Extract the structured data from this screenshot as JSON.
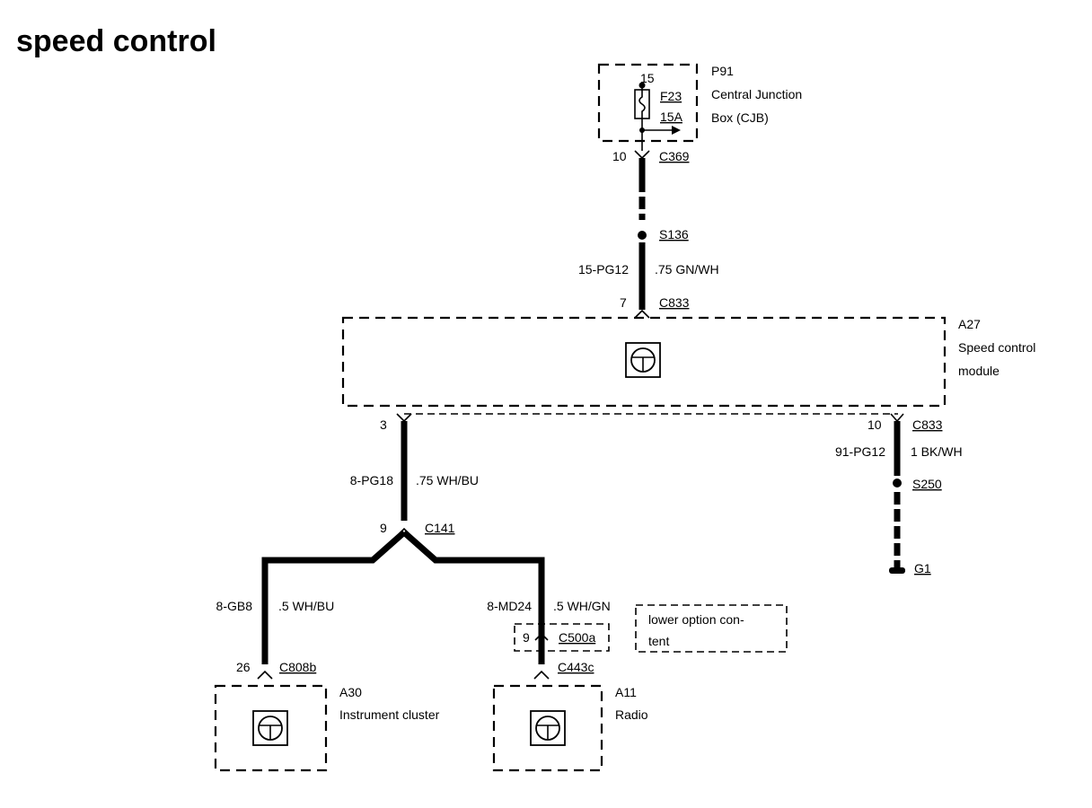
{
  "title": "speed control",
  "components": {
    "p91": {
      "id": "P91",
      "name_line1": "Central Junction",
      "name_line2": "Box (CJB)",
      "pin": "15",
      "fuse": "F23",
      "rating": "15A"
    },
    "a27": {
      "id": "A27",
      "name_line1": "Speed control",
      "name_line2": "module"
    },
    "a30": {
      "id": "A30",
      "name": "Instrument cluster"
    },
    "a11": {
      "id": "A11",
      "name": "Radio"
    },
    "g1": {
      "id": "G1"
    }
  },
  "connectors": {
    "c369": {
      "id": "C369",
      "pin": "10"
    },
    "s136": {
      "id": "S136"
    },
    "c833_top": {
      "id": "C833",
      "pin": "7"
    },
    "c833_right": {
      "id": "C833",
      "pin": "10"
    },
    "left_out": {
      "pin": "3"
    },
    "s250": {
      "id": "S250"
    },
    "c141": {
      "id": "C141",
      "pin": "9"
    },
    "c808b": {
      "id": "C808b",
      "pin": "26"
    },
    "c500a": {
      "id": "C500a",
      "pin": "9"
    },
    "c443c": {
      "id": "C443c"
    }
  },
  "wires": {
    "w1": {
      "circuit": "15-PG12",
      "spec": ".75 GN/WH"
    },
    "w2": {
      "circuit": "91-PG12",
      "spec": "1 BK/WH"
    },
    "w3": {
      "circuit": "8-PG18",
      "spec": ".75 WH/BU"
    },
    "w4": {
      "circuit": "8-GB8",
      "spec": ".5 WH/BU"
    },
    "w5": {
      "circuit": "8-MD24",
      "spec": ".5 WH/GN"
    }
  },
  "option_note": {
    "line1": "lower option con-",
    "line2": "tent"
  }
}
